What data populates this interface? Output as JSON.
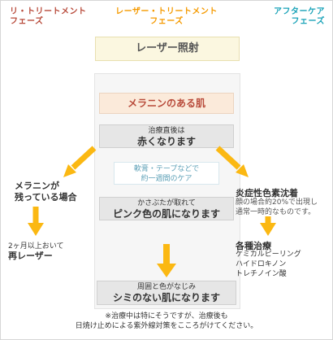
{
  "phases": {
    "pre_line1": "リ・トリートメント",
    "pre_line2": "フェーズ",
    "laser_line1": "レーザー・トリートメント",
    "laser_line2": "フェーズ",
    "after_line1": "アフターケア",
    "after_line2": "フェーズ"
  },
  "center": {
    "laser": "レーザー照射",
    "melanin": "メラニンのある肌",
    "redden_small": "治療直後は",
    "redden_big": "赤くなります",
    "care_line1": "軟膏・テープなどで",
    "care_line2": "約一週間のケア",
    "pink_small": "かさぶたが取れて",
    "pink_big": "ピンク色の肌になります",
    "final_small": "周囲と色がなじみ",
    "final_big": "シミのない肌になります"
  },
  "left": {
    "title_line1": "メラニンが",
    "title_line2": "残っている場合",
    "result_line1": "2ヶ月以上おいて",
    "result_line2": "再レーザー"
  },
  "right": {
    "title": "炎症性色素沈着",
    "desc_line1": "顔の場合約20%で出現し",
    "desc_line2": "通常一時的なものです。",
    "treat_title": "各種治療",
    "treat_items": [
      "ケミカルピーリング",
      "ハイドロキノン",
      "トレチノイン酸"
    ]
  },
  "note": {
    "line1": "※治療中は特にそうですが、治療後も",
    "line2": "日焼け止めによる紫外線対策をこころがけてください。"
  },
  "colors": {
    "arrow": "#fbb812",
    "pre": "#b84a3a",
    "laser": "#f59a00",
    "after": "#1aa3b8"
  }
}
